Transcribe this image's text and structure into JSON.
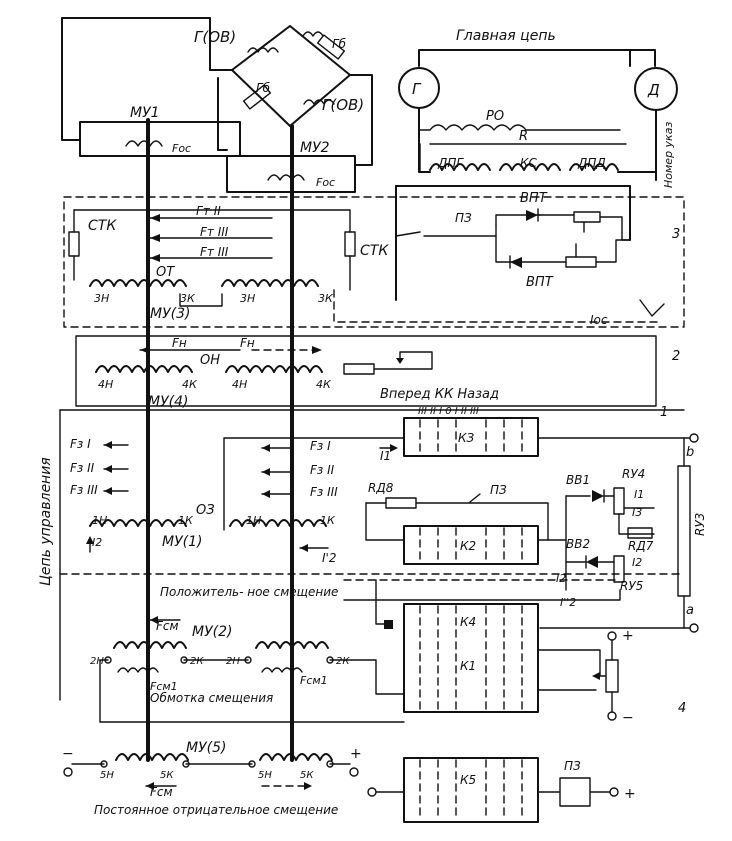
{
  "labels": {
    "gov": "Г(ОВ)",
    "gov2": "Г(ОВ)",
    "rb": "Гб",
    "ra": "Гб",
    "main_circuit": "Главная цепь",
    "gen": "Г",
    "motor": "Д",
    "mu1": "МУ1",
    "mu2": "МУ2",
    "foc1": "Fос",
    "foc2": "Fос",
    "ro": "РО",
    "rr": "R",
    "dpg": "ДПГ",
    "ks": "КС",
    "dpd": "ДПД",
    "vpt1": "ВПТ",
    "vpt2": "ВПТ",
    "pz1": "ПЗ",
    "stk1": "СТК",
    "stk2": "СТК",
    "ft2": "Fт II",
    "ft3": "Fт III",
    "fv3": "Fт III",
    "ot": "ОТ",
    "n3n": "3Н",
    "n3k": "3К",
    "n3n2": "3Н",
    "n3k2": "3К",
    "mu3": "МУ(3)",
    "ioc": "Iос",
    "fn1": "Fн",
    "fn2": "Fн",
    "on": "ОН",
    "n4n1": "4Н",
    "n4k1": "4К",
    "n4n2": "4Н",
    "n4k2": "4К",
    "vpered": "Вперед  КК  Назад",
    "mu4": "МУ(4)",
    "positions": "III II I 0 I II III",
    "tach": "Номер указ",
    "fz1l": "Fз I",
    "fz2l": "Fз II",
    "fz3l": "Fз III",
    "fz1r": "Fз I",
    "fz2r": "Fз II",
    "fz3r": "Fз III",
    "i1": "I1",
    "i2": "I'2",
    "k3": "КЗ",
    "rd8": "RД8",
    "pz2": "ПЗ",
    "oz": "ОЗ",
    "n1n1": "1Н",
    "n1k1": "1К",
    "n1n2": "1Н",
    "n1k2": "1К",
    "mu1b": "МУ(1)",
    "k2": "К2",
    "vv1": "ВВ1",
    "vv2": "ВВ2",
    "ru4": "RУ4",
    "ru5": "RУ5",
    "ra7": "RД7",
    "ru3": "RУ3",
    "ibot": "I2",
    "i2pp": "I''2",
    "i1r": "I1",
    "i3r": "I3",
    "i2r": "I2",
    "control_circuit": "Цепь управления",
    "pos_bias": "Положитель- ное смещение",
    "fcm1": "Fсм",
    "mu2b": "МУ(2)",
    "n2n1": "2Н",
    "n2k1": "2К",
    "n2n2": "2Н",
    "n2k2": "2К",
    "fcm2": "Fсм1",
    "fcm3": "Fсм1",
    "k4": "К4",
    "k1": "К1",
    "neg_bias": "Обмотка смещения",
    "mu5": "МУ(5)",
    "n5n1": "5Н",
    "n5k1": "5К",
    "n5n2": "5Н",
    "n5k2": "5К",
    "fcm5": "Fсм",
    "k5": "К5",
    "pz3": "ПЗ",
    "const_bias": "Постоянное отрицательное смещение",
    "plus1": "+",
    "plus2": "+",
    "minus1": "−",
    "plus3": "+",
    "minus3": "−",
    "sec1": "1",
    "sec2": "2",
    "sec3": "3",
    "sec4": "4",
    "term_b": "b",
    "term_a": "a",
    "sign_minus": "−",
    "sign_plus": "+"
  }
}
